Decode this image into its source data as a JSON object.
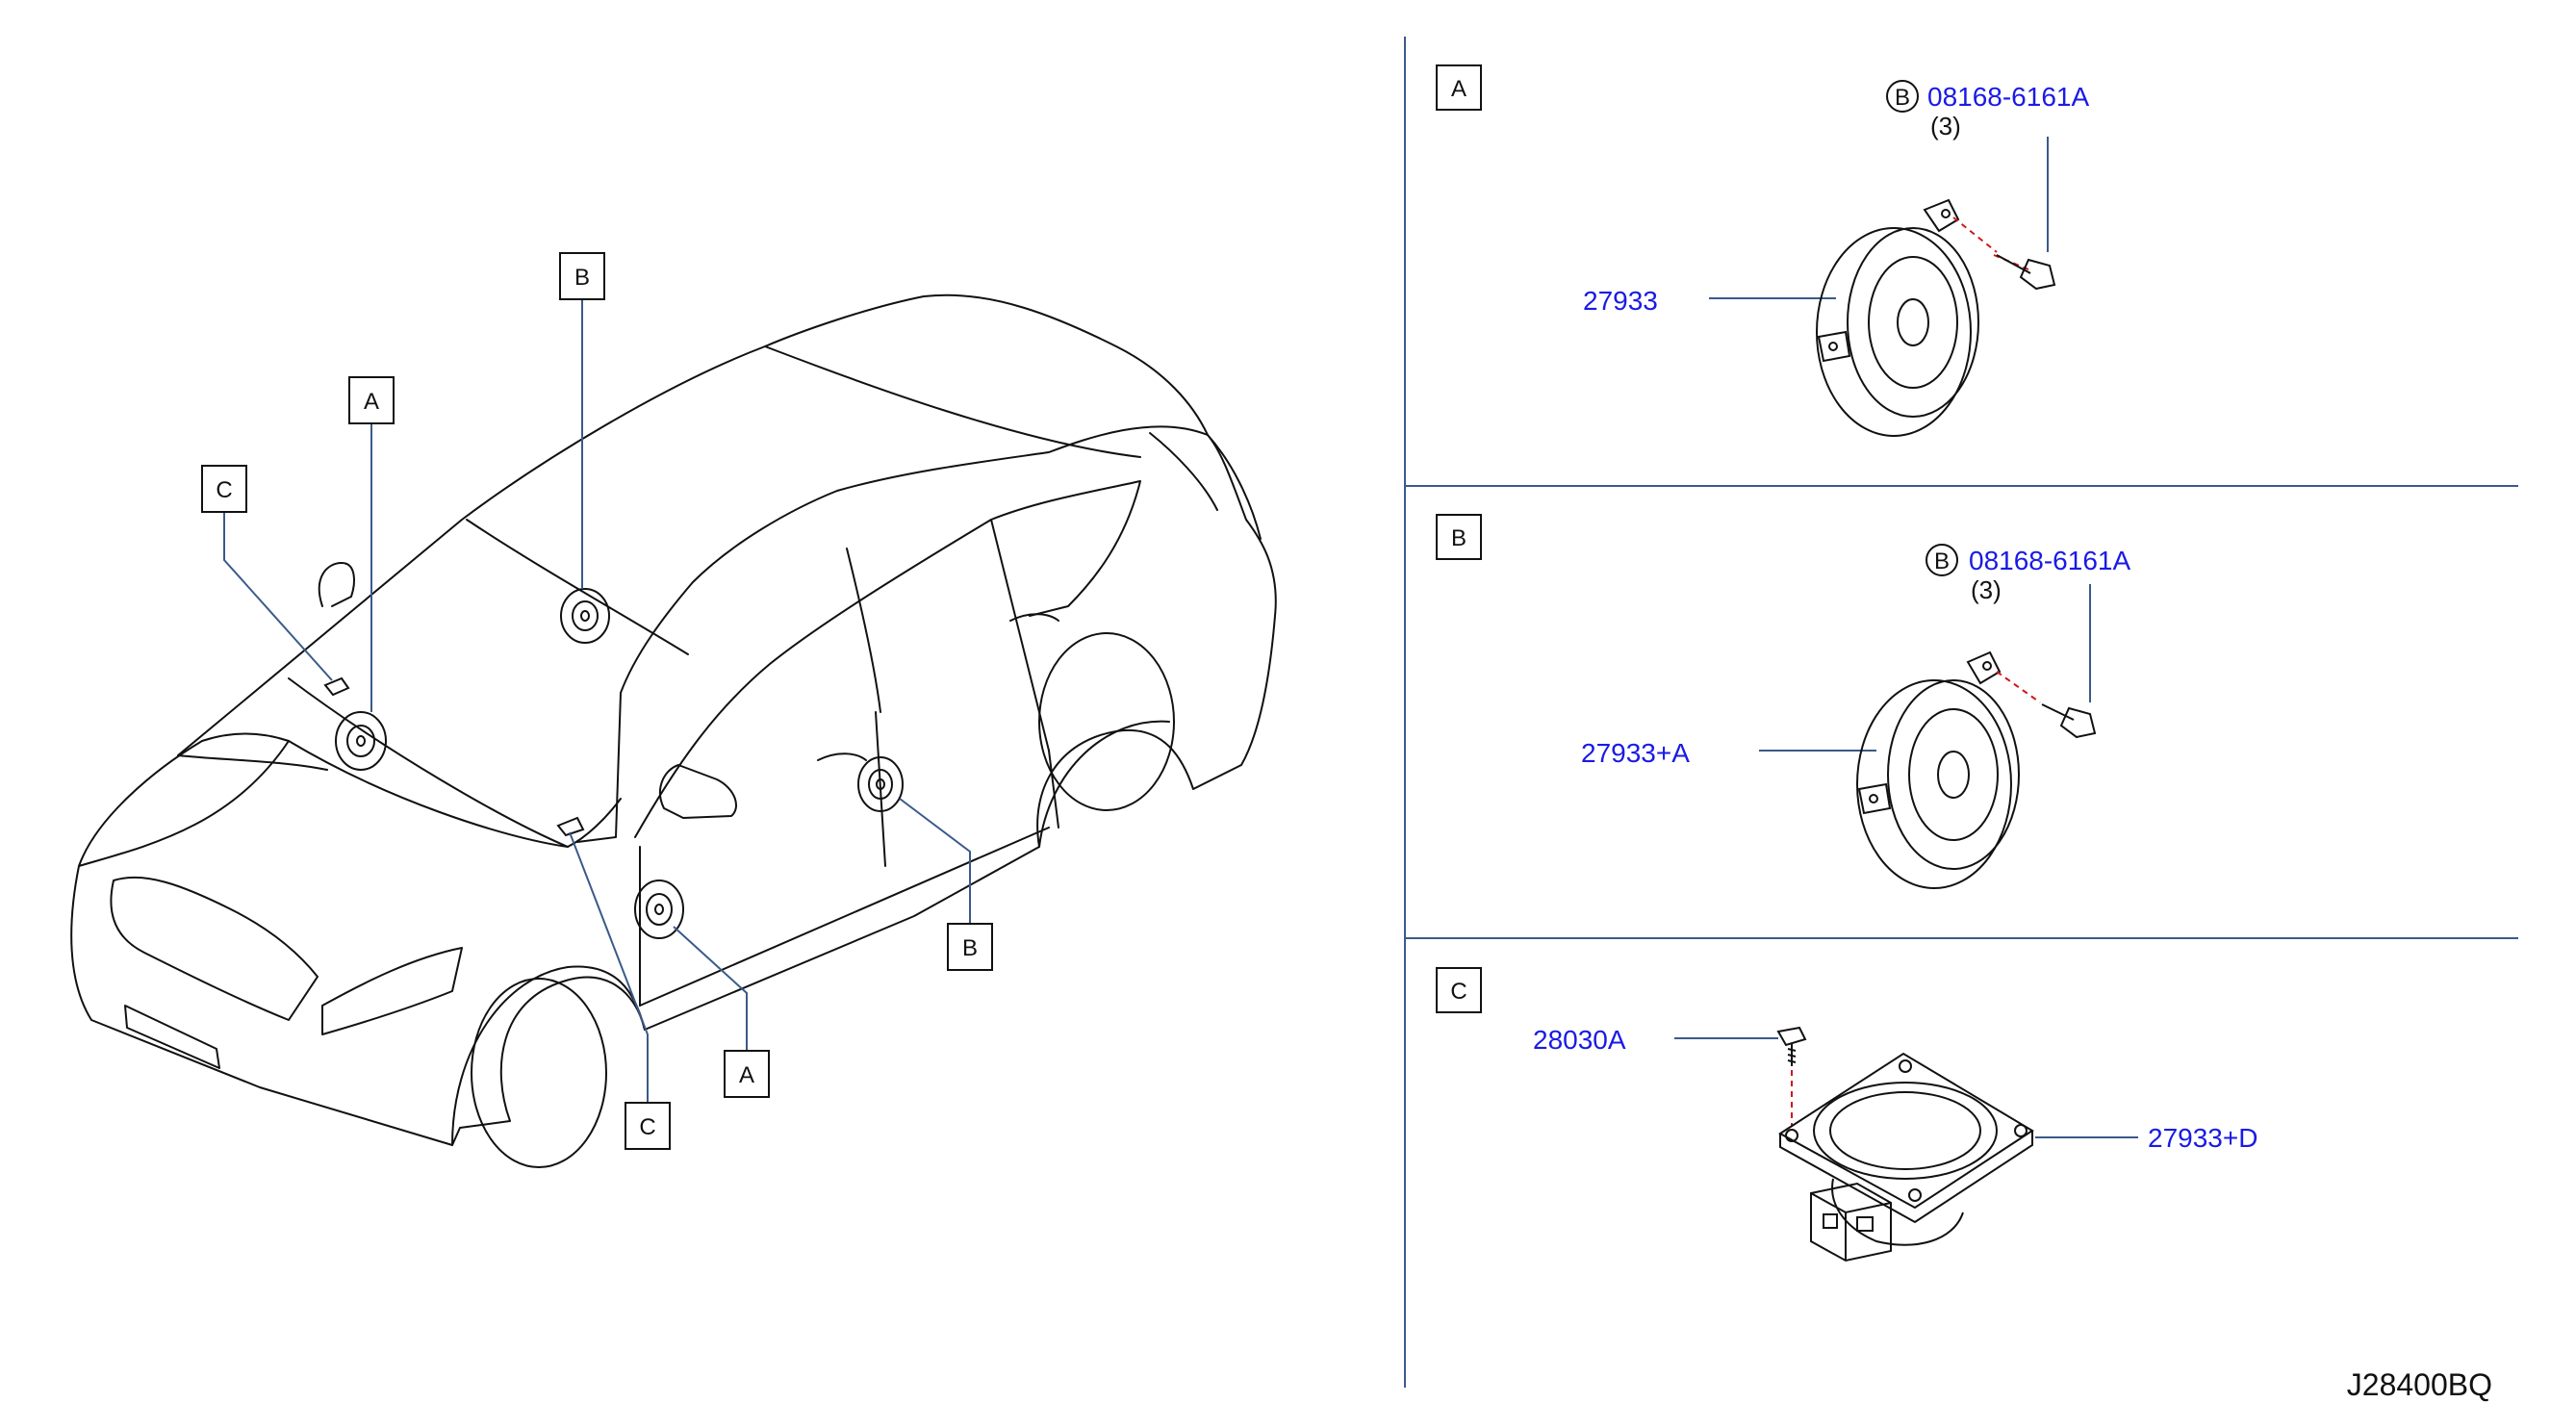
{
  "car_callouts": {
    "roof": "B",
    "dash_left": "A",
    "tweeter_left": "C",
    "rear_door": "B",
    "front_door": "A",
    "tweeter_center": "C"
  },
  "panel_a": {
    "tag": "A",
    "bolt_circle": "B",
    "bolt_part": "08168-6161A",
    "bolt_qty": "(3)",
    "speaker_part": "27933"
  },
  "panel_b": {
    "tag": "B",
    "bolt_circle": "B",
    "bolt_part": "08168-6161A",
    "bolt_qty": "(3)",
    "speaker_part": "27933+A"
  },
  "panel_c": {
    "tag": "C",
    "screw_part": "28030A",
    "speaker_part": "27933+D"
  },
  "diagram_code": "J28400BQ",
  "colors": {
    "line": "#111111",
    "leader": "#3a5a8a",
    "part_number": "#1a1ae6",
    "dashed": "#d01818",
    "divider": "#3a5a8a"
  }
}
